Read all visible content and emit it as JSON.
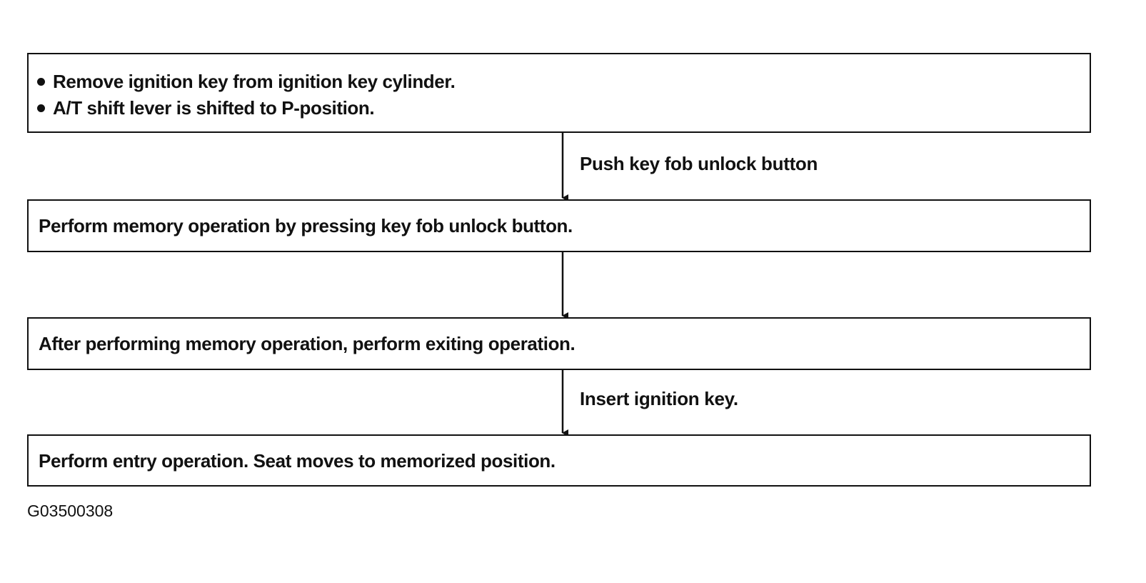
{
  "steps": [
    {
      "bullets": [
        "Remove ignition key from ignition key cylinder.",
        "A/T shift lever is shifted to P-position."
      ]
    },
    {
      "text": "Perform memory operation by pressing key fob unlock button."
    },
    {
      "text": "After performing memory operation, perform exiting operation."
    },
    {
      "text": "Perform entry operation. Seat moves to memorized position."
    }
  ],
  "arrows": [
    {
      "label": "Push key fob unlock button"
    },
    {
      "label": ""
    },
    {
      "label": "Insert ignition key."
    }
  ],
  "figure_id": "G03500308",
  "colors": {
    "line": "#111111",
    "background": "#ffffff"
  }
}
